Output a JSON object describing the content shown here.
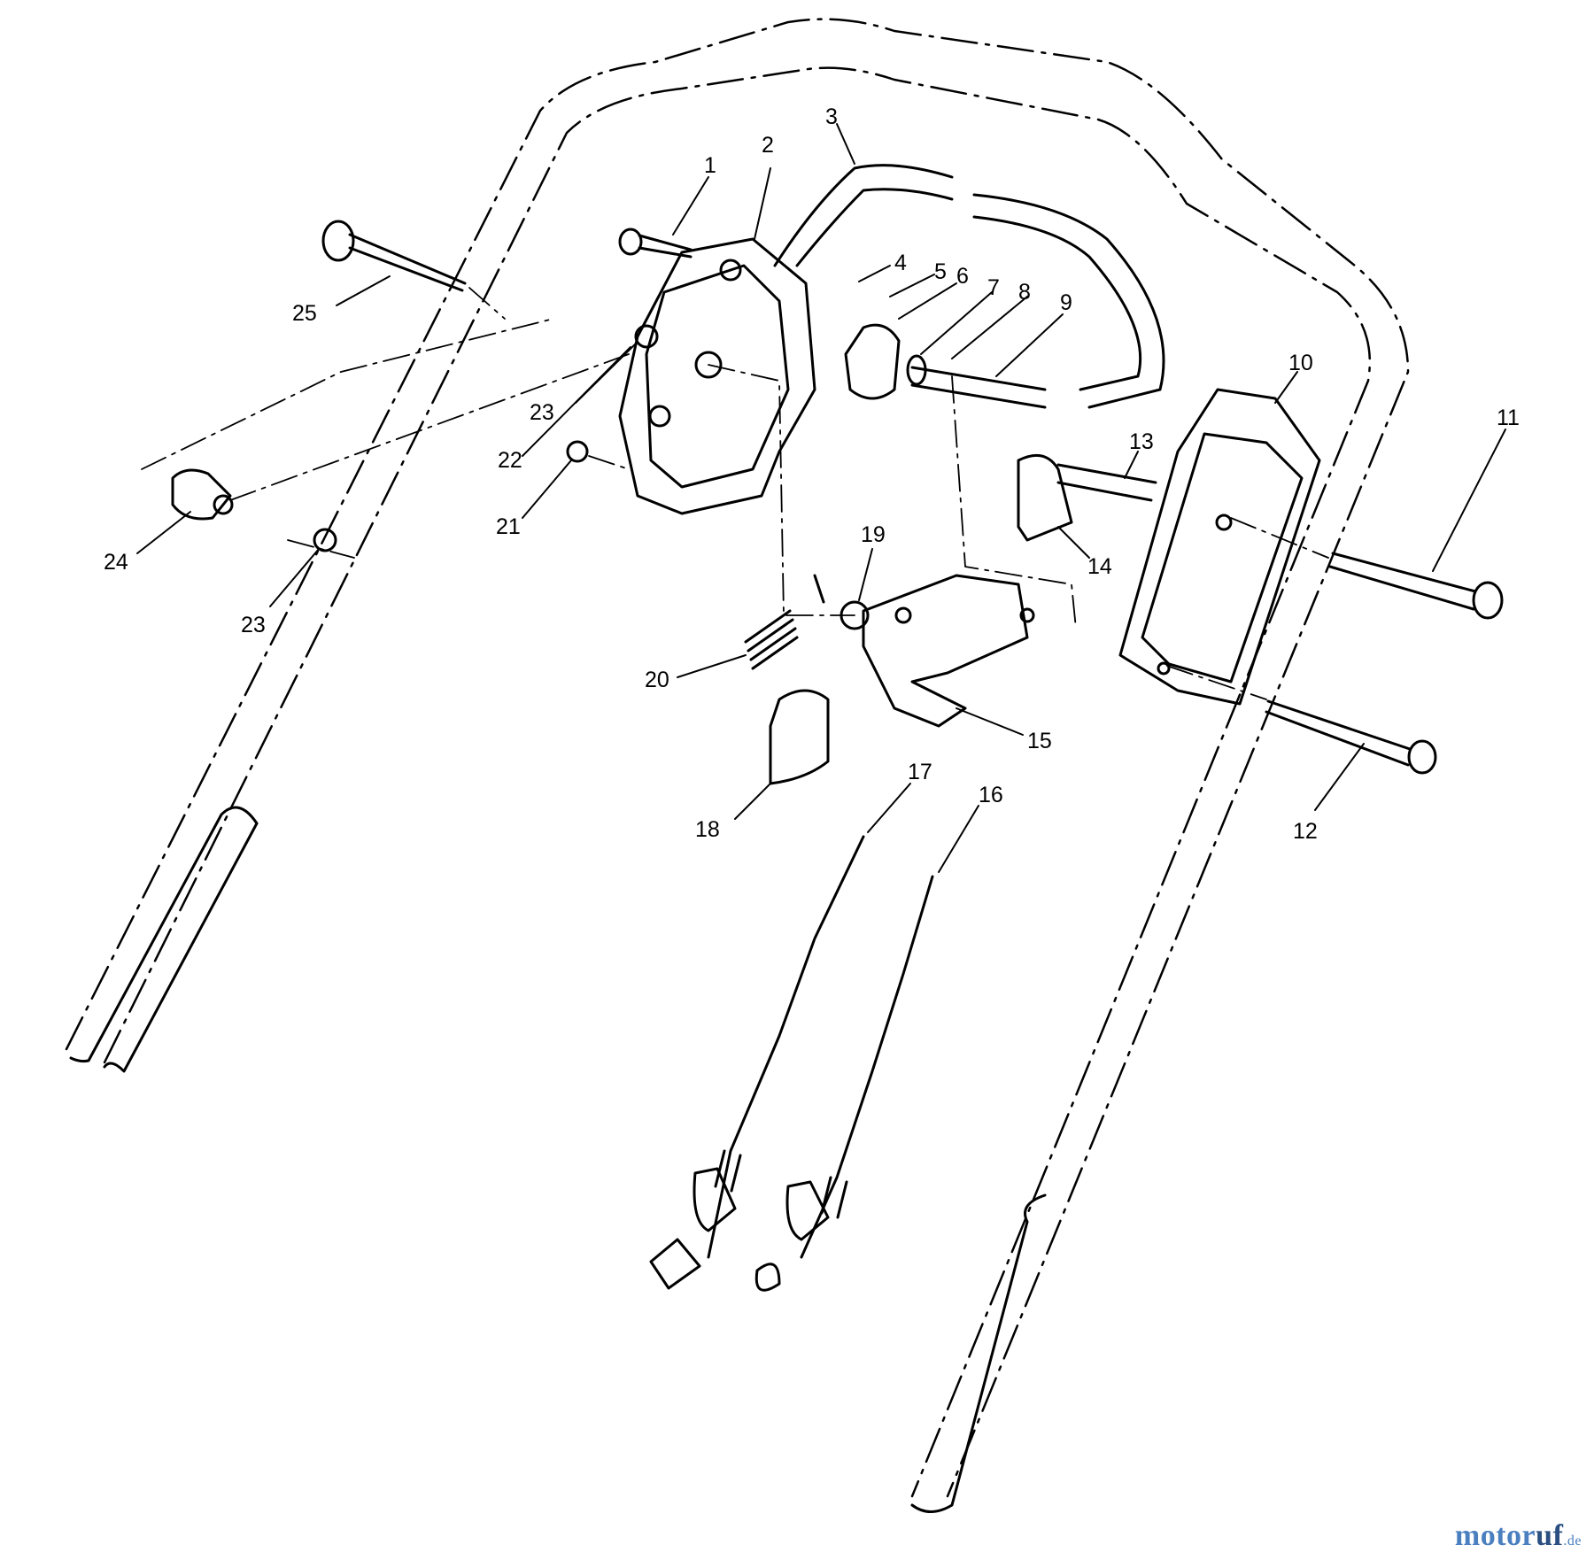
{
  "callouts": [
    {
      "label": "1"
    },
    {
      "label": "2"
    },
    {
      "label": "3"
    },
    {
      "label": "4"
    },
    {
      "label": "5"
    },
    {
      "label": "6"
    },
    {
      "label": "7"
    },
    {
      "label": "8"
    },
    {
      "label": "9"
    },
    {
      "label": "10"
    },
    {
      "label": "11"
    },
    {
      "label": "12"
    },
    {
      "label": "13"
    },
    {
      "label": "14"
    },
    {
      "label": "15"
    },
    {
      "label": "16"
    },
    {
      "label": "17"
    },
    {
      "label": "18"
    },
    {
      "label": "19"
    },
    {
      "label": "20"
    },
    {
      "label": "21"
    },
    {
      "label": "22"
    },
    {
      "label": "23"
    },
    {
      "label": "23"
    },
    {
      "label": "24"
    },
    {
      "label": "25"
    }
  ],
  "watermark": {
    "brand_a": "motor",
    "brand_b": "uf",
    "tld": ".de"
  },
  "colors": {
    "ink": "#000000",
    "watermark_light": "#4a7fc0",
    "watermark_dark": "#2a4f80"
  }
}
